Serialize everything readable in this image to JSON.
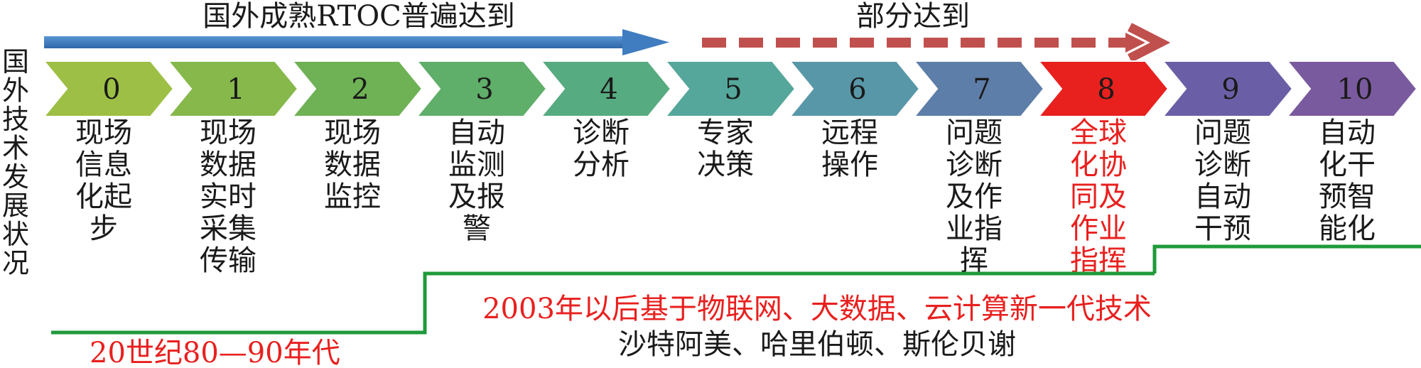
{
  "side_title": "国外技术发展状况",
  "top_arrows": {
    "left_label": "国外成熟RTOC普遍达到",
    "right_label": "部分达到"
  },
  "colors": {
    "solid_arrow": "#3f7cc0",
    "dashed_arrow": "#c0504d",
    "green_line": "#1f9a3a",
    "highlight_red": "#e8201e",
    "text_black": "#1a1a1a"
  },
  "stages": [
    {
      "num": "0",
      "desc": "现场信息化起步",
      "lines": [
        "现场",
        "信息",
        "化起",
        "步"
      ],
      "color": "#9dbf45",
      "highlight": false
    },
    {
      "num": "1",
      "desc": "现场数据实时采集传输",
      "lines": [
        "现场",
        "数据",
        "实时",
        "采集",
        "传输"
      ],
      "color": "#86b84b",
      "highlight": false
    },
    {
      "num": "2",
      "desc": "现场数据监控",
      "lines": [
        "现场",
        "数据",
        "监控"
      ],
      "color": "#6fb155",
      "highlight": false
    },
    {
      "num": "3",
      "desc": "自动监测及报警",
      "lines": [
        "自动",
        "监测",
        "及报",
        "警"
      ],
      "color": "#5fae69",
      "highlight": false
    },
    {
      "num": "4",
      "desc": "诊断分析",
      "lines": [
        "诊断",
        "分析"
      ],
      "color": "#57ab80",
      "highlight": false
    },
    {
      "num": "5",
      "desc": "专家决策",
      "lines": [
        "专家",
        "决策"
      ],
      "color": "#54a79a",
      "highlight": false
    },
    {
      "num": "6",
      "desc": "远程操作",
      "lines": [
        "远程",
        "操作"
      ],
      "color": "#5897a8",
      "highlight": false
    },
    {
      "num": "7",
      "desc": "问题诊断及作业指挥",
      "lines": [
        "问题",
        "诊断",
        "及作",
        "业指",
        "挥"
      ],
      "color": "#5d7ea8",
      "highlight": false
    },
    {
      "num": "8",
      "desc": "全球化协同及作业指挥",
      "lines": [
        "全球",
        "化协",
        "同及",
        "作业",
        "指挥"
      ],
      "color": "#e8201e",
      "highlight": true
    },
    {
      "num": "9",
      "desc": "问题诊断自动干预",
      "lines": [
        "问题",
        "诊断",
        "自动",
        "干预"
      ],
      "color": "#6a5fa6",
      "highlight": false
    },
    {
      "num": "10",
      "desc": "自动化干预智能化",
      "lines": [
        "自动",
        "化干",
        "预智",
        "能化"
      ],
      "color": "#7a5a9e",
      "highlight": false
    }
  ],
  "bottom": {
    "era1": "20世纪80—90年代",
    "era2": "2003年以后基于物联网、大数据、云计算新一代技术",
    "companies": "沙特阿美、哈里伯顿、斯伦贝谢"
  }
}
